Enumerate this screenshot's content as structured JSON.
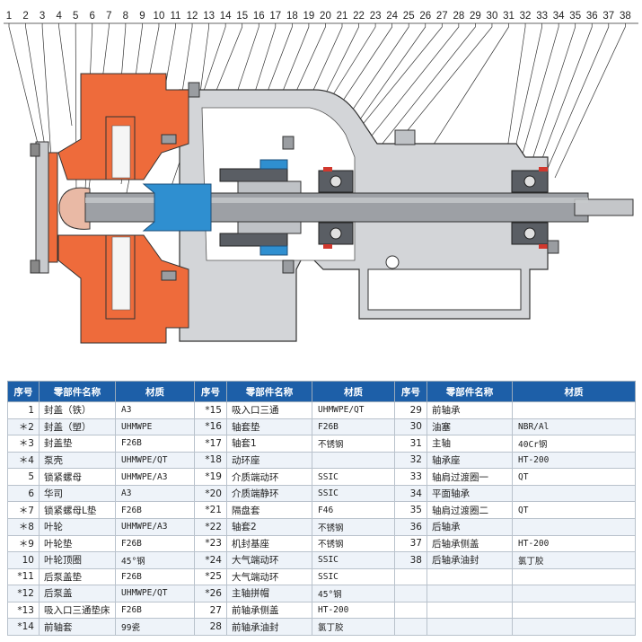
{
  "callout_numbers": [
    "1",
    "2",
    "3",
    "4",
    "5",
    "6",
    "7",
    "8",
    "9",
    "10",
    "11",
    "12",
    "13",
    "14",
    "15",
    "16",
    "17",
    "18",
    "19",
    "20",
    "21",
    "22",
    "23",
    "24",
    "25",
    "26",
    "27",
    "28",
    "29",
    "30",
    "31",
    "32",
    "33",
    "34",
    "35",
    "36",
    "37",
    "38"
  ],
  "colors": {
    "plastic": "#ee6b3b",
    "metal": "#d0d2d4",
    "dark": "#4a4d52",
    "blue": "#2f8fd0",
    "header": "#1d5fa8"
  },
  "table": {
    "headers": [
      "序号",
      "零部件名称",
      "材质"
    ],
    "rows": [
      [
        [
          "1",
          "封盖（铁）",
          "A3"
        ],
        [
          "*15",
          "吸入口三通",
          "UHMWPE/QT"
        ],
        [
          "29",
          "前轴承",
          ""
        ]
      ],
      [
        [
          "＊2",
          "封盖（塑）",
          "UHMWPE"
        ],
        [
          "*16",
          "轴套垫",
          "F26B"
        ],
        [
          "30",
          "油塞",
          "NBR/Al"
        ]
      ],
      [
        [
          "＊3",
          "封盖垫",
          "F26B"
        ],
        [
          "*17",
          "轴套1",
          "不锈钢"
        ],
        [
          "31",
          "主轴",
          "40Cr钢"
        ]
      ],
      [
        [
          "＊4",
          "泵壳",
          "UHMWPE/QT"
        ],
        [
          "*18",
          "动环座",
          ""
        ],
        [
          "32",
          "轴承座",
          "HT-200"
        ]
      ],
      [
        [
          "5",
          "锁紧螺母",
          "UHMWPE/A3"
        ],
        [
          "*19",
          "介质端动环",
          "SSIC"
        ],
        [
          "33",
          "轴肩过渡圈一",
          "QT"
        ]
      ],
      [
        [
          "6",
          "华司",
          "A3"
        ],
        [
          "*20",
          "介质端静环",
          "SSIC"
        ],
        [
          "34",
          "平面轴承",
          ""
        ]
      ],
      [
        [
          "＊7",
          "锁紧螺母L垫",
          "F26B"
        ],
        [
          "*21",
          "隔盘套",
          "F46"
        ],
        [
          "35",
          "轴肩过渡圈二",
          "QT"
        ]
      ],
      [
        [
          "＊8",
          "叶轮",
          "UHMWPE/A3"
        ],
        [
          "*22",
          "轴套2",
          "不锈钢"
        ],
        [
          "36",
          "后轴承",
          ""
        ]
      ],
      [
        [
          "＊9",
          "叶轮垫",
          "F26B"
        ],
        [
          "*23",
          "机封基座",
          "不锈钢"
        ],
        [
          "37",
          "后轴承侧盖",
          "HT-200"
        ]
      ],
      [
        [
          "10",
          "叶轮顶圈",
          "45°钢"
        ],
        [
          "*24",
          "大气端动环",
          "SSIC"
        ],
        [
          "38",
          "后轴承油封",
          "氯丁胶"
        ]
      ],
      [
        [
          "*11",
          "后泵盖垫",
          "F26B"
        ],
        [
          "*25",
          "大气端动环",
          "SSIC"
        ],
        [
          "",
          "",
          " "
        ]
      ],
      [
        [
          "*12",
          "后泵盖",
          "UHMWPE/QT"
        ],
        [
          "*26",
          "主轴拼帽",
          "45°钢"
        ],
        [
          "",
          "",
          ""
        ]
      ],
      [
        [
          "*13",
          "吸入口三通垫床",
          "F26B"
        ],
        [
          "27",
          "前轴承侧盖",
          "HT-200"
        ],
        [
          "",
          "",
          ""
        ]
      ],
      [
        [
          "*14",
          "前轴套",
          "99瓷"
        ],
        [
          "28",
          "前轴承油封",
          "氯丁胶"
        ],
        [
          "",
          "",
          ""
        ]
      ]
    ]
  }
}
